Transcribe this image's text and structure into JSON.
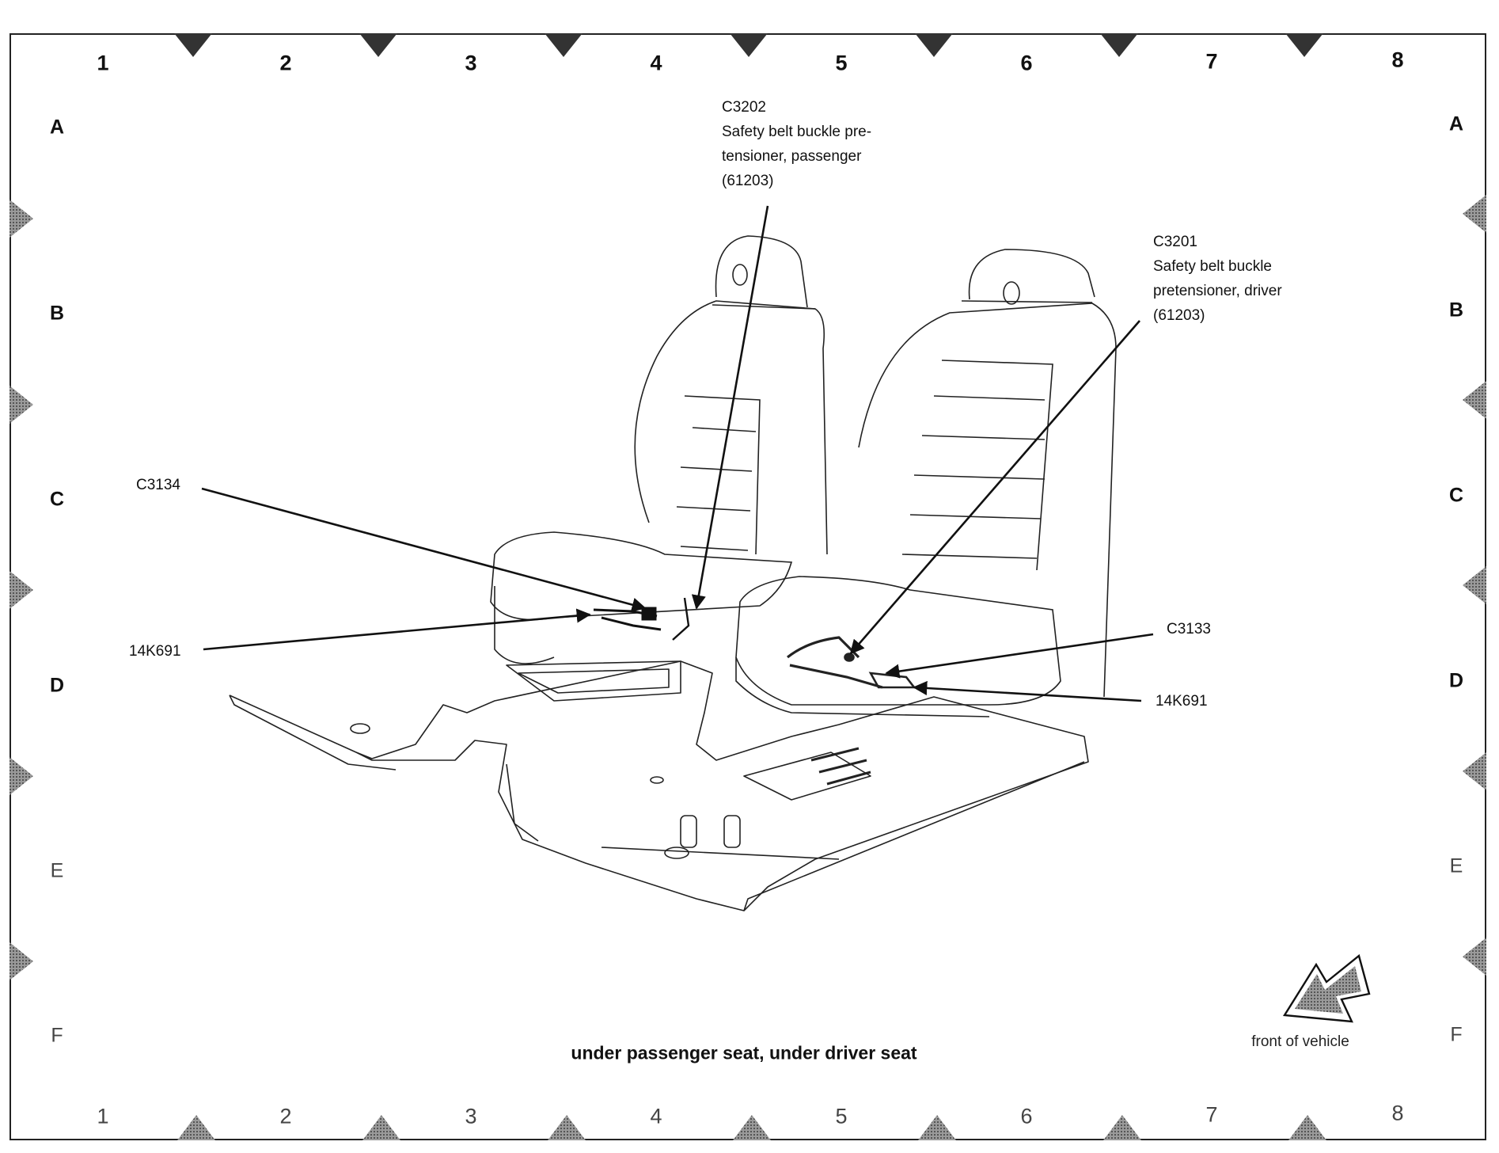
{
  "diagram": {
    "type": "component-location-diagram",
    "caption": "under passenger seat, under driver seat",
    "orientation_label": "front of vehicle",
    "grid": {
      "columns": [
        "1",
        "2",
        "3",
        "4",
        "5",
        "6",
        "7",
        "8"
      ],
      "rows": [
        "A",
        "B",
        "C",
        "D",
        "E",
        "F"
      ]
    },
    "callouts": [
      {
        "id": "C3202",
        "lines": [
          "C3202",
          "Safety belt buckle pre-",
          "tensioner, passenger",
          "(61203)"
        ]
      },
      {
        "id": "C3201",
        "lines": [
          "C3201",
          "Safety belt buckle",
          "pretensioner, driver",
          "(61203)"
        ]
      },
      {
        "id": "C3134",
        "lines": [
          "C3134"
        ]
      },
      {
        "id": "14K691-left",
        "lines": [
          "14K691"
        ]
      },
      {
        "id": "C3133",
        "lines": [
          "C3133"
        ]
      },
      {
        "id": "14K691-right",
        "lines": [
          "14K691"
        ]
      }
    ],
    "colors": {
      "ink": "#111111",
      "marker_fill": "#3a3a3a",
      "marker_fill_light": "#8a8a8a",
      "arrow_fill": "#9a9a9a"
    }
  }
}
